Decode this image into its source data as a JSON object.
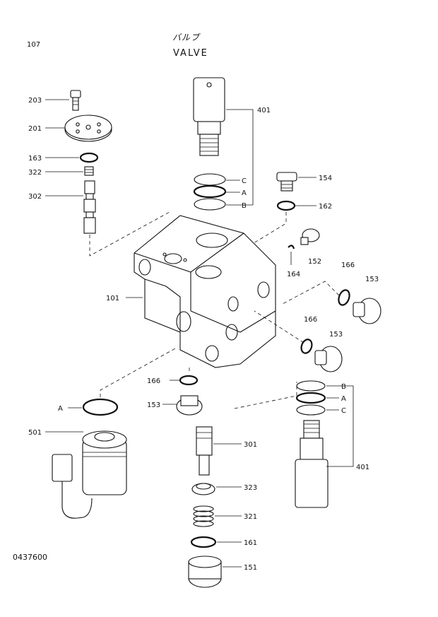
{
  "header": {
    "page_number": "107",
    "title_jp": "バルブ",
    "title_en": "VALVE"
  },
  "footer": {
    "doc_code": "0437600"
  },
  "callouts": {
    "c203": "203",
    "c201": "201",
    "c163": "163",
    "c322": "322",
    "c302": "302",
    "c401_top": "401",
    "c154": "154",
    "c162": "162",
    "c_c_top": "C",
    "c_a_top": "A",
    "c_b_top": "B",
    "c152": "152",
    "c164": "164",
    "c166_a": "166",
    "c153_a": "153",
    "c101": "101",
    "c166_b": "166",
    "c153_b": "153",
    "c166_c": "166",
    "c153_c": "153",
    "c_a_left": "A",
    "c501": "501",
    "c301": "301",
    "c323": "323",
    "c321": "321",
    "c161": "161",
    "c151": "151",
    "c_b_bot": "B",
    "c_a_bot": "A",
    "c_c_bot": "C",
    "c401_bot": "401"
  }
}
